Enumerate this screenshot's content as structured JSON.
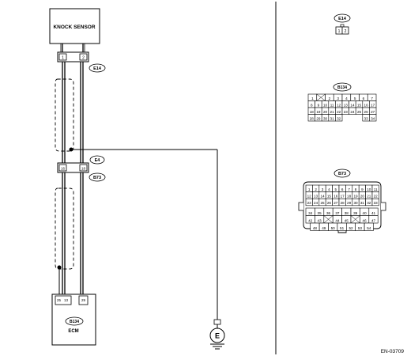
{
  "figure_id": "EN-03709",
  "knock_sensor": {
    "label": "KNOCK SENSOR",
    "pins": [
      "1",
      "2"
    ]
  },
  "connectors": {
    "e14": {
      "tag": "E14"
    },
    "e4": {
      "tag": "E4"
    },
    "b73": {
      "tag": "B73"
    },
    "b134": {
      "tag": "B134"
    }
  },
  "joint_pins": [
    "16",
    "18"
  ],
  "ecm": {
    "label": "ECM",
    "pins": [
      "25",
      "13",
      "29"
    ]
  },
  "ground": {
    "symbol": "E"
  },
  "e14_face": {
    "tag": "E14",
    "pins": [
      "1",
      "2"
    ]
  },
  "b134_face": {
    "tag": "B134",
    "rows": [
      [
        "1",
        "",
        "2",
        "3",
        "4",
        "5",
        "6",
        "7"
      ],
      [
        "8",
        "9",
        "10",
        "11",
        "12",
        "13",
        "14",
        "15",
        "16",
        "17"
      ],
      [
        "18",
        "19",
        "20",
        "21",
        "22",
        "23",
        "24",
        "25",
        "26",
        "27"
      ],
      [
        "28",
        "29",
        "30",
        "31",
        "32",
        "",
        "",
        "",
        "33",
        "34"
      ]
    ]
  },
  "b73_face": {
    "tag": "B73",
    "top_rows": [
      [
        "1",
        "2",
        "3",
        "4",
        "5",
        "6",
        "7",
        "8",
        "9",
        "10",
        "11"
      ],
      [
        "12",
        "13",
        "14",
        "15",
        "16",
        "17",
        "18",
        "19",
        "20",
        "21",
        "22"
      ],
      [
        "23",
        "24",
        "25",
        "26",
        "27",
        "28",
        "29",
        "30",
        "31",
        "32",
        "33"
      ]
    ],
    "bottom_rows": [
      [
        "34",
        "35",
        "36",
        "37",
        "38",
        "39",
        "40",
        "41"
      ],
      [
        "42",
        "43",
        "",
        "44",
        "45",
        "",
        "46",
        "47"
      ],
      [
        "48",
        "49",
        "50",
        "51",
        "52",
        "53",
        "54"
      ]
    ]
  }
}
